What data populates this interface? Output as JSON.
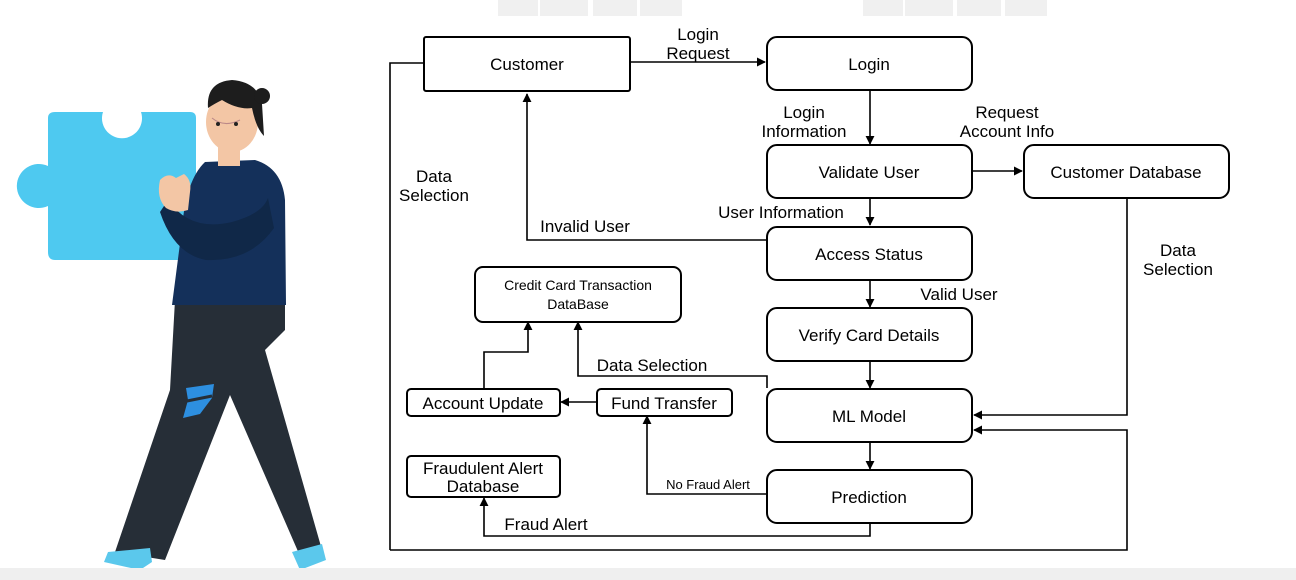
{
  "nodes": {
    "customer": "Customer",
    "login": "Login",
    "validate_user": "Validate User",
    "customer_database": "Customer Database",
    "access_status": "Access Status",
    "credit_card_db": [
      "Credit Card Transaction",
      "DataBase"
    ],
    "verify_card": "Verify Card Details",
    "account_update": "Account Update",
    "fund_transfer": "Fund Transfer",
    "ml_model": "ML Model",
    "fraud_alert_db": [
      "Fraudulent Alert",
      "Database"
    ],
    "prediction": "Prediction"
  },
  "edge_labels": {
    "login_request": [
      "Login",
      "Request"
    ],
    "login_information": [
      "Login",
      "Information"
    ],
    "request_account_info": [
      "Request",
      "Account Info"
    ],
    "data_selection_left": [
      "Data",
      "Selection"
    ],
    "data_selection_right": [
      "Data",
      "Selection"
    ],
    "user_information": "User Information",
    "invalid_user": "Invalid User",
    "valid_user": "Valid User",
    "data_selection_mid": "Data Selection",
    "no_fraud_alert": "No Fraud Alert",
    "fraud_alert": "Fraud Alert"
  }
}
